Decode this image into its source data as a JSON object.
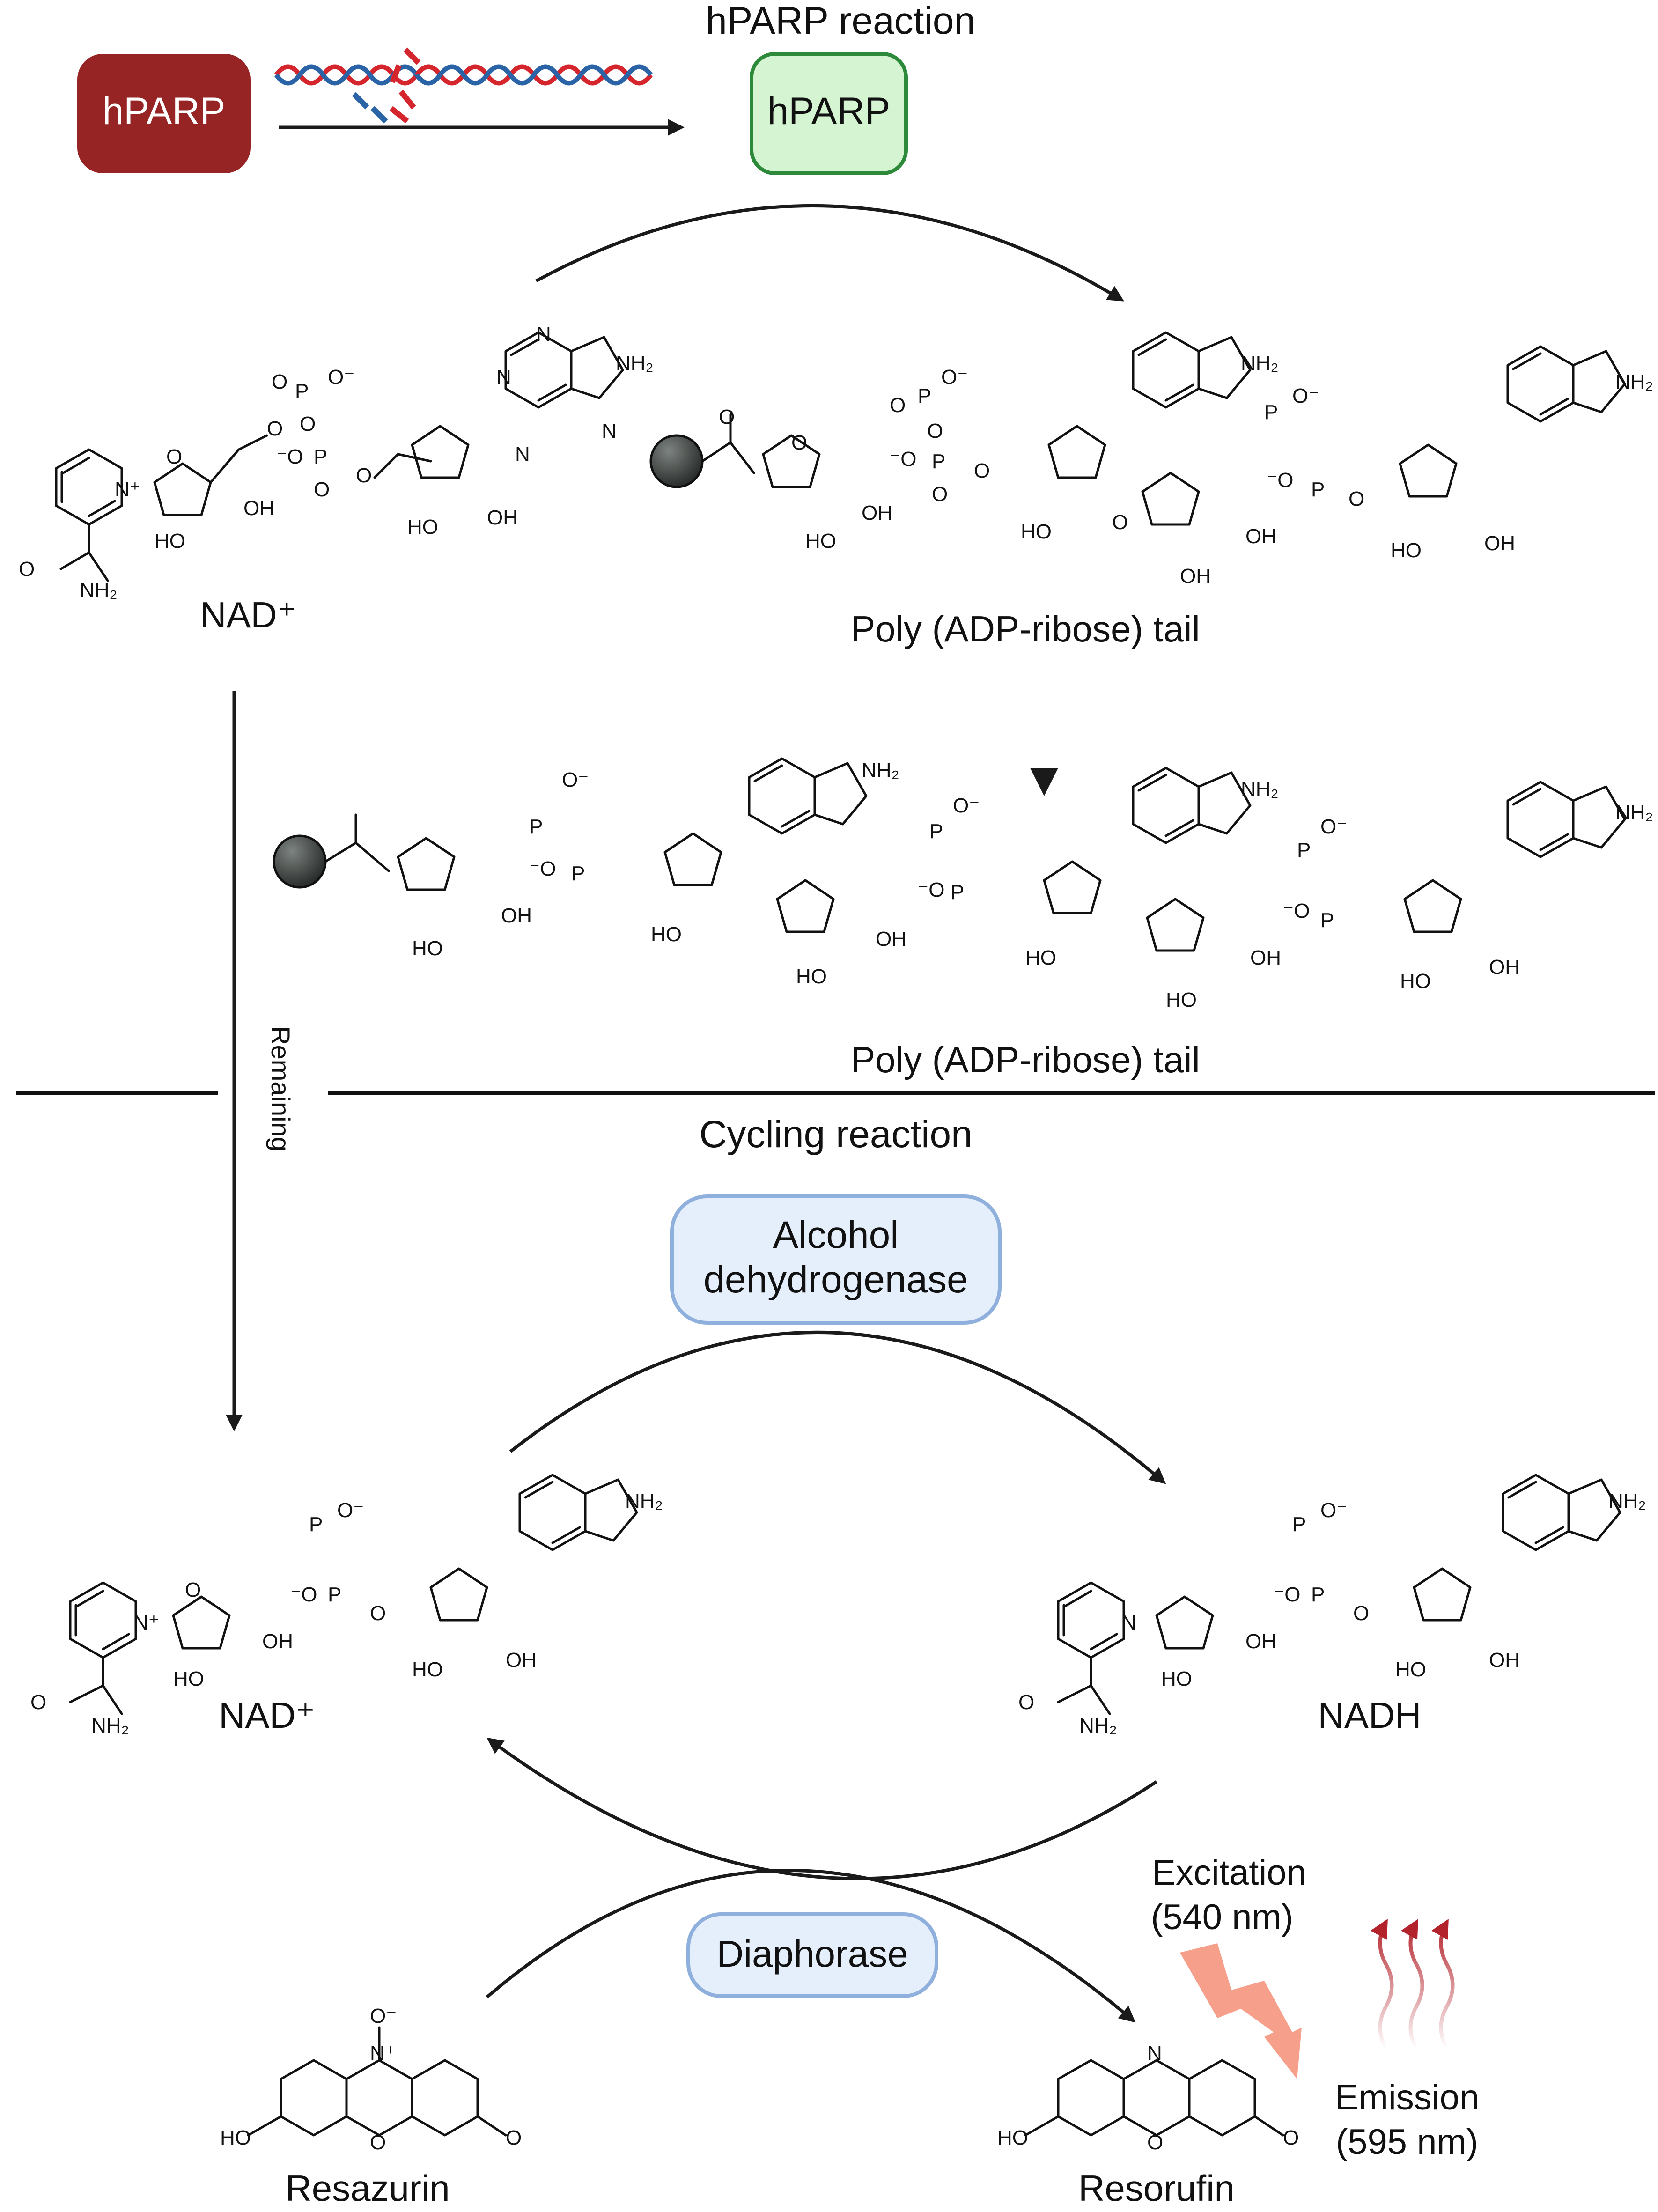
{
  "diagram": {
    "hparp_section_title": "hPARP reaction",
    "cycling_section_title": "Cycling reaction",
    "hparp_inactive_label": "hPARP",
    "hparp_active_label": "hPARP",
    "nad_top_label": "NAD⁺",
    "poly_tail_label_1": "Poly (ADP-ribose) tail",
    "poly_tail_label_2": "Poly (ADP-ribose) tail",
    "remaining_label": "Remaining",
    "enzyme_1_line1": "Alcohol",
    "enzyme_1_line2": "dehydrogenase",
    "nad_bottom_label": "NAD⁺",
    "nadh_label": "NADH",
    "enzyme_2_label": "Diaphorase",
    "resazurin_label": "Resazurin",
    "resorufin_label": "Resorufin",
    "excitation_line1": "Excitation",
    "excitation_line2": "(540 nm)",
    "emission_line1": "Emission",
    "emission_line2": "(595 nm)",
    "atom_labels": {
      "nh2": "NH₂",
      "n": "N",
      "n_plus": "N⁺",
      "o": "O",
      "o_minus": "⁻O",
      "o_neg": "O⁻",
      "p": "P",
      "oh": "OH",
      "ho": "HO",
      "o_minus_top": "O⁻"
    },
    "colors": {
      "hparp_inactive_fill": "#962424",
      "hparp_active_fill": "#d5f5d2",
      "hparp_active_border": "#2d8a3a",
      "enzyme_box_fill": "#e5eefb",
      "enzyme_box_border": "#8fb0dd",
      "dna_red": "#d5262e",
      "dna_blue": "#2a63a6",
      "excitation": "#f6a08c",
      "emission": "#b3232b",
      "bead": "#3a3f3d"
    }
  }
}
